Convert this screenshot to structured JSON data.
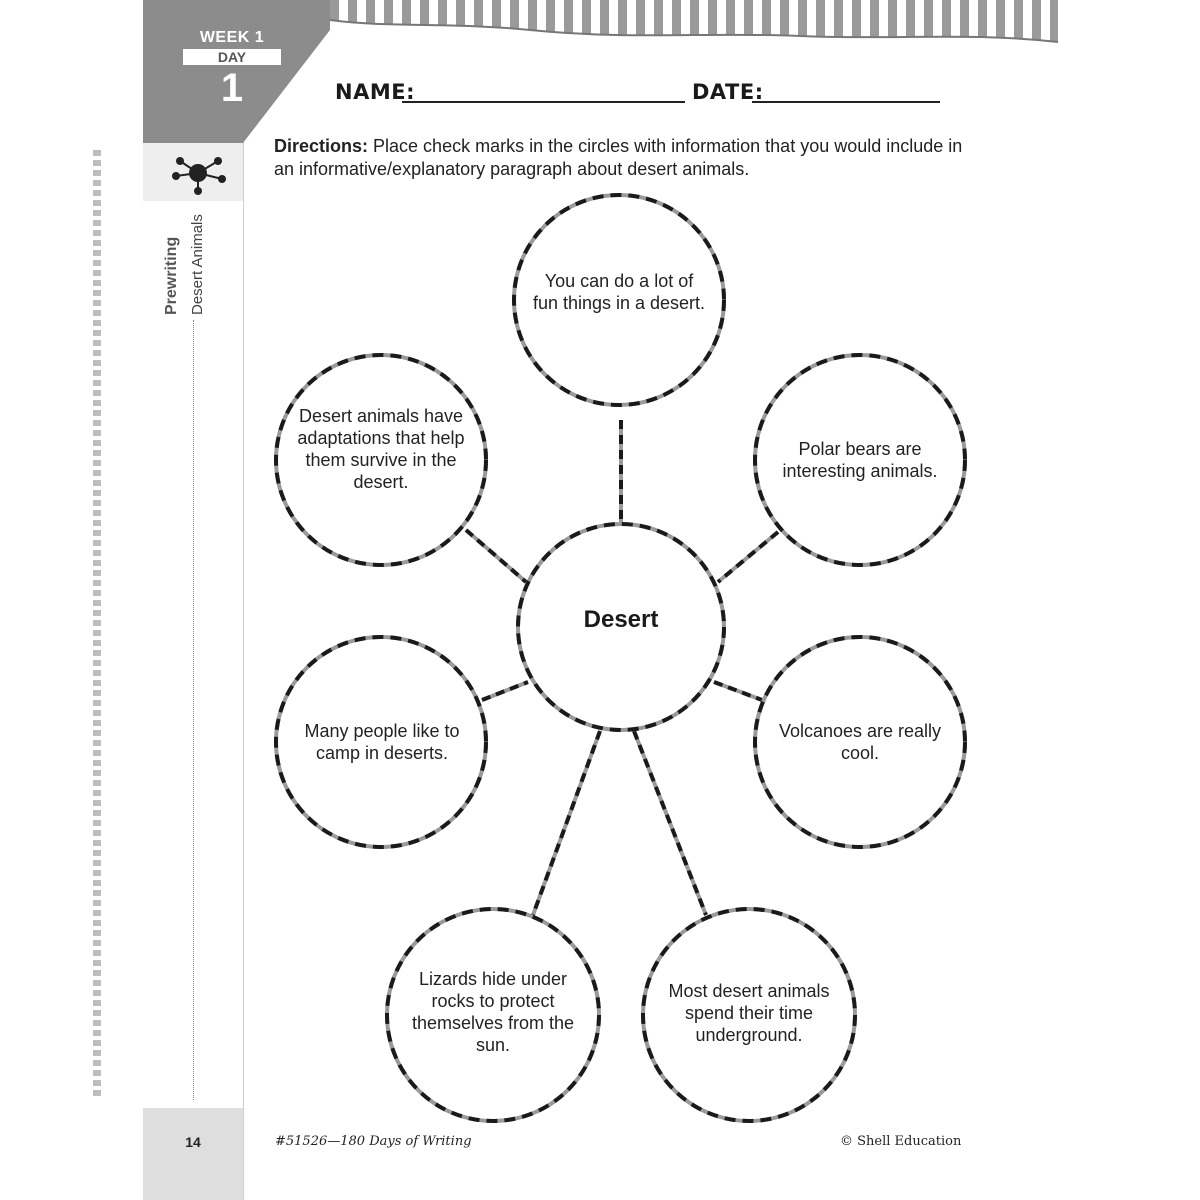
{
  "sidebar": {
    "week_label": "WEEK 1",
    "day_label": "DAY",
    "day_number": "1",
    "section_title": "Prewriting",
    "section_subtitle": "Desert Animals",
    "icon": "web-organizer-icon",
    "page_number": "14"
  },
  "header": {
    "name_label": "NAME:",
    "date_label": "DATE:"
  },
  "directions": {
    "label": "Directions:",
    "text": " Place check marks in the circles with information that you would include in an informative/explanatory paragraph about desert animals."
  },
  "web": {
    "center": "Desert",
    "bubbles": [
      {
        "id": "top",
        "text": "You can do a lot of fun things in a desert."
      },
      {
        "id": "upper-left",
        "text": "Desert animals have adaptations that help them survive in the desert."
      },
      {
        "id": "upper-right",
        "text": "Polar bears are interesting animals."
      },
      {
        "id": "lower-left",
        "text": "Many people like to camp in deserts."
      },
      {
        "id": "lower-right",
        "text": "Volcanoes are really cool."
      },
      {
        "id": "bottom-left",
        "text": "Lizards hide under rocks to protect themselves from the sun."
      },
      {
        "id": "bottom-right",
        "text": "Most desert animals spend their time underground."
      }
    ]
  },
  "footer": {
    "left": "#51526—180 Days of Writing",
    "right": "© Shell Education"
  },
  "colors": {
    "tab_gray": "#8c8c8c",
    "dash_gray": "#9a9a9a",
    "ink": "#1a1a1a"
  }
}
